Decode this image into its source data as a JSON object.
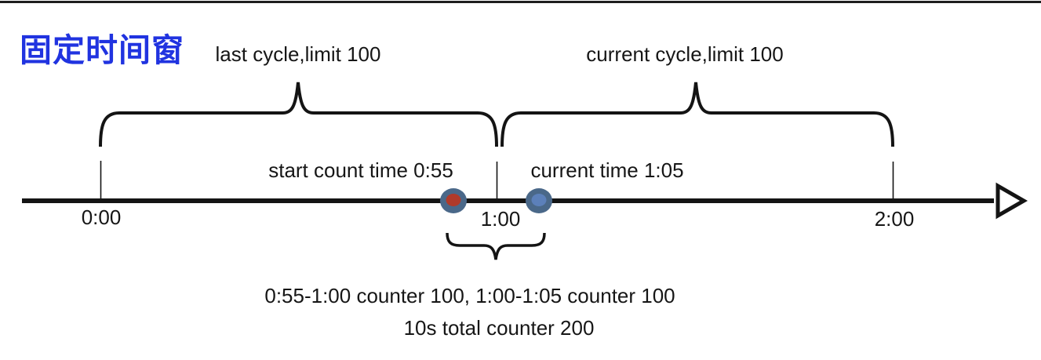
{
  "title": "固定时间窗",
  "cycles": {
    "last_label": "last cycle,limit 100",
    "current_label": "current cycle,limit 100"
  },
  "events": {
    "start_count_label": "start count time 0:55",
    "current_time_label": "current time 1:05"
  },
  "axis": {
    "tick_0": "0:00",
    "tick_1": "1:00",
    "tick_2": "2:00"
  },
  "summary": {
    "line1": "0:55-1:00 counter 100, 1:00-1:05 counter 100",
    "line2": "10s total counter 200"
  },
  "colors": {
    "title_blue": "#2033e0",
    "line_black": "#141414",
    "dot_ring": "#4a6889",
    "start_dot_inner": "#b03a2a",
    "current_dot_inner": "#5c80ba"
  }
}
